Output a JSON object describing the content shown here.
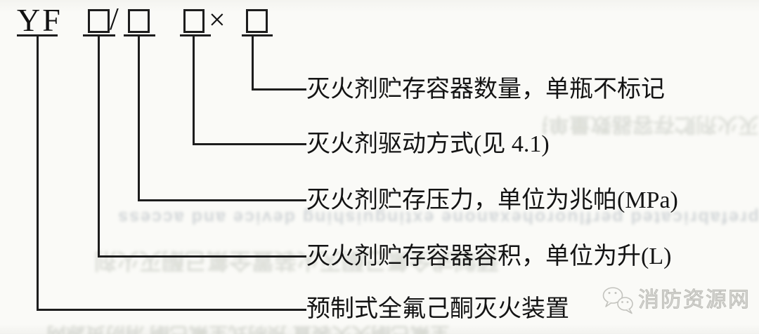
{
  "colors": {
    "background": "#fafaf7",
    "line": "#1d1d1d",
    "text": "#141414",
    "watermark_gray": "#bdbdb8"
  },
  "diagram": {
    "code": {
      "prefix": "YF",
      "slash": "/",
      "multiply": "×",
      "placeholder_box_count": 4
    },
    "branches": [
      {
        "id": "container-count",
        "label": "灭火剂贮存容器数量，单瓶不标记"
      },
      {
        "id": "drive-method",
        "label": "灭火剂驱动方式(见 4.1)"
      },
      {
        "id": "storage-pressure",
        "label": "灭火剂贮存压力，单位为兆帕(MPa)"
      },
      {
        "id": "container-volume",
        "label": "灭火剂贮存容器容积，单位为升(L)"
      },
      {
        "id": "device-name",
        "label": "预制式全氟己酮灭火装置"
      }
    ]
  },
  "watermark": {
    "site_name": "消防资源网",
    "icon": "wechat-chat-bubbles-icon"
  },
  "bleedthrough": {
    "band_top_right": "灭火剂贮存容器数量单瓶不标记",
    "band_english": "prefabricated perfluorohexanone extinguishing device and accessories",
    "band_middle": "预制式全氟己酮灭火装置全氟己酮灭火剂",
    "band_bottom": "全氟己酮灭火装置 预制式全氟己酮 消防资源网"
  }
}
